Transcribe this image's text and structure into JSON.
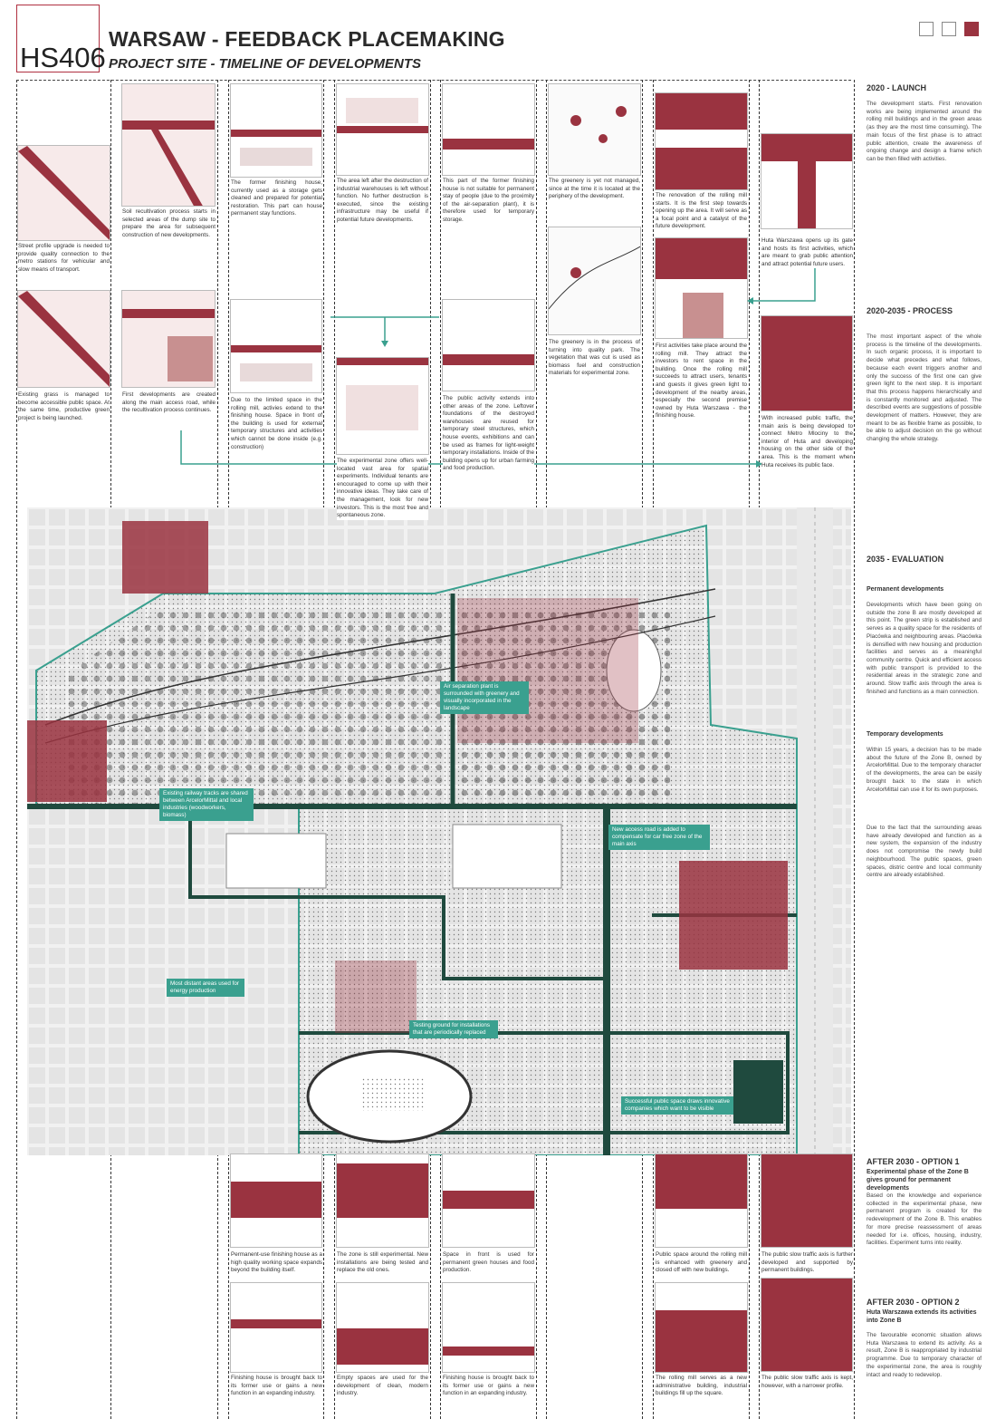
{
  "header": {
    "code": "HS406",
    "title": "WARSAW - FEEDBACK PLACEMAKING",
    "subtitle": "PROJECT SITE - TIMELINE OF DEVELOPMENTS"
  },
  "colors": {
    "accent": "#9a3340",
    "teal": "#3aa08f",
    "dark_green": "#1f4a3e"
  },
  "notes": [
    "Street profile upgrade is needed to provide quality connection to the metro stations for vehicular and slow means of transport.",
    "Soil recultivation process starts in selected areas of the dump site to prepare the area for subsequent construction of new developments.",
    "The former finishing house, currently used as a storage gets cleaned and prepared for potential restoration. This part can house permanent stay functions.",
    "The area left after the destruction of industrial warehouses is left without function. No further destruction is executed, since the existing infrastructure may be useful if potential future developments.",
    "This part of the former finishing house is not suitable for permanent stay of people (due to the proximity of the air-separation plant), it is therefore used for temporary storage.",
    "The greenery is yet not managed, since at the time it is located at the periphery of the development.",
    "The renovation of the rolling mill starts. It is the first step towards opening up the area. It will serve as a focal point and a catalyst of the future development.",
    "Huta Warszawa opens up its gate and hosts its first activities, which are meant to grab public attention and attract potential future users.",
    "Existing grass is managed to become accessible public space. At the same time, productive green project is being launched.",
    "First developments are created along the main access road, while the recultivation process continues.",
    "Due to the limited space in the rolling mill, activies extend to the finishing house. Space in front of the building is used for external temporary structures and activities which cannot be done inside (e.g. construction)",
    "The experimental zone offers well-located vast area for spatial experiments. Individual tenants are encouraged to come up with their innovative ideas. They take care of the management, look for new investors. This is the most free and spontaneous zone.",
    "The public activity extends into other areas of the zone. Leftover foundations of the destroyed warehouses are reused for temporary steel structures, which house events, exhibitions and can be used as frames for light-weight temporary installations. Inside of the building opens up for urban farming and food production.",
    "The greenery is in the process of turning into quality park. The vegetation that was cut is used as biomass fuel and construction materials for experimental zone.",
    "First activities take place around the rolling mill. They attract the investors to rent space in the building. Once the rolling mill succeeds to attract users, tenants and guests it gives green light to development of the nearby areas, especially the second premise owned by Huta Warszawa - the finishing house.",
    "With increased public traffic, the main axis is being developed to connect Metro Mlociny to the interior of Huta and developing housing on the other side of the area. This is the moment when Huta receives its public face.",
    "Permanent-use finishing house as a high quality working space expands beyond the building itself.",
    "The zone is still experimental. New installations are being tested and replace the old ones.",
    "Space in front is used for permanent green houses and food production.",
    "Public space around the rolling mill is enhanced with greenery and closed off with new buildings.",
    "The public slow traffic axis is further developed and supported by permanent buildings.",
    "Finishing house is brought back to its former use or gains a new function in an expanding industry.",
    "Empty spaces are used for the development of clean, modern industry.",
    "Finishing house is brought back to its former use or gains a new function in an expanding industry.",
    "The rolling mill serves as a new administrative building, industrial buildings fill up the square.",
    "The public slow traffic axis is kept, however, with a narrower profile."
  ],
  "callouts": [
    "Air separation plant is surrounded with greenery and visually incorporated in the landscape",
    "Existing railway tracks are shared between ArcelorMittal and local industries (woodworkers, biomass)",
    "New access road is added to compensate for car free zone of the main axis",
    "Most distant areas used for energy production",
    "Testing ground for installations that are periodically replaced",
    "Successful public space draws innovative companies which want to be visible"
  ],
  "sidebar": {
    "launch": {
      "heading": "2020 - LAUNCH",
      "text": "The development starts. First renovation works are being implemented around the rolling mill buildings and in the green areas (as they are the most time consuming). The main focus of the first phase is to attract public attention, create the awareness of ongoing change and design a frame which can be then filled with activities."
    },
    "process": {
      "heading": "2020-2035 - PROCESS",
      "text": "The most important aspect of the whole process is the timeline of the developments. In such organic process, it is important to decide what precedes and what follows, because each event triggers another and only the success of the first one can give green light to the next step. It is important that this process happens hierarchically and is constantly monitored and adjusted. The described events are suggestions of possible development of matters. However, they are meant to be as flexible frame as possible, to be able to adjust decision on the go without changing the whole strategy."
    },
    "evaluation": {
      "heading": "2035 - EVALUATION",
      "perm_title": "Permanent developments",
      "perm_text": "Developments which have been going on outside the zone B are mostly developed at this point. The green strip is established and serves as a quality space for the residents of Placówka and neighbouring areas. Placówka is densified with new housing and production facilities and serves as a meaningful community centre. Quick and efficient access with public transport is provided to the residential areas in the strategic zone and around. Slow traffic axis through the area is finished and functions as a main connection.",
      "temp_title": "Temporary developments",
      "temp_text": "Within 15 years, a decision has to be made about the future of the Zone B, owned by ArcelorMittal. Due to the temporary character of the developments, the area can be easily brought back to the state in which ArcelorMittal can use it for its own purposes.",
      "extra_text": "Due to the fact that the surrounding areas have already developed and function as a new system, the expansion of the industry does not compromise the newly build neighbourhood. The public spaces, green spaces, distric centre and local community centre are already established."
    },
    "option1": {
      "heading": "AFTER 2030 - OPTION 1",
      "subheading": "Experimental phase of the Zone B gives ground for permanent developments",
      "text": "Based on the knowledge and experience collected in the experimental phase, new permanent program is created for the redevelopment of the Zone B. This enables for more precise reassessment of areas needed for i.e. offices, housing, industry, facilities. Experiment turns into reality."
    },
    "option2": {
      "heading": "AFTER 2030 - OPTION 2",
      "subheading": "Huta Warszawa extends its activities into Zone B",
      "text": "The favourable economic situation allows Huta Warszawa to extend its activity. As a result, Zone B is reappropriated by industrial programme. Due to temporary character of the experimental zone, the area is roughly intact and ready to redevelop."
    }
  }
}
